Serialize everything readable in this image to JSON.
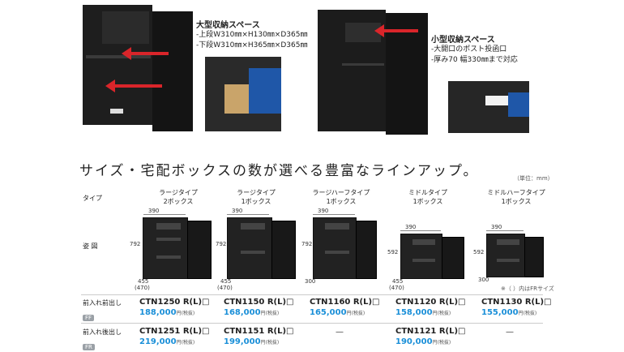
{
  "callouts": {
    "large": {
      "title": "大型収納スペース",
      "lines": [
        "-上段W310㎜×H130㎜×D365㎜",
        "-下段W310㎜×H365㎜×D365㎜"
      ]
    },
    "small": {
      "title": "小型収納スペース",
      "lines": [
        "-大開口のポスト投函口",
        "-厚み70 幅330㎜まで対応"
      ]
    }
  },
  "headline": "サイズ・宅配ボックスの数が選べる豊富なラインアップ。",
  "unit_note": "（単位：mm）",
  "row_labels": {
    "type": "タイプ",
    "figure": "姿 図",
    "front_front": "前入れ前出し",
    "front_back": "前入れ後出し"
  },
  "badges": {
    "ff": "FF",
    "fr": "FR"
  },
  "fr_note": "※（ ）内はFRサイズ",
  "columns": [
    {
      "type_line1": "ラージタイプ",
      "type_line2": "2ボックス",
      "width": "390",
      "height": "792",
      "depth": "455",
      "depth_fr": "(470)",
      "ff_model": "CTN1250 R(L)□",
      "ff_price": "188,000",
      "fr_model": "CTN1251 R(L)□",
      "fr_price": "219,000",
      "fr_dash": ""
    },
    {
      "type_line1": "ラージタイプ",
      "type_line2": "1ボックス",
      "width": "390",
      "height": "792",
      "depth": "455",
      "depth_fr": "(470)",
      "ff_model": "CTN1150 R(L)□",
      "ff_price": "168,000",
      "fr_model": "CTN1151 R(L)□",
      "fr_price": "199,000",
      "fr_dash": ""
    },
    {
      "type_line1": "ラージハーフタイプ",
      "type_line2": "1ボックス",
      "width": "390",
      "height": "792",
      "depth": "300",
      "depth_fr": "",
      "ff_model": "CTN1160 R(L)□",
      "ff_price": "165,000",
      "fr_model": "",
      "fr_price": "",
      "fr_dash": "—"
    },
    {
      "type_line1": "ミドルタイプ",
      "type_line2": "1ボックス",
      "width": "390",
      "height": "592",
      "depth": "455",
      "depth_fr": "(470)",
      "ff_model": "CTN1120 R(L)□",
      "ff_price": "158,000",
      "fr_model": "CTN1121 R(L)□",
      "fr_price": "190,000",
      "fr_dash": ""
    },
    {
      "type_line1": "ミドルハーフタイプ",
      "type_line2": "1ボックス",
      "width": "390",
      "height": "592",
      "depth": "300",
      "depth_fr": "",
      "ff_model": "CTN1130 R(L)□",
      "ff_price": "155,000",
      "fr_model": "",
      "fr_price": "",
      "fr_dash": "—"
    }
  ],
  "price_suffix": "円",
  "tax_note": "(税抜)"
}
